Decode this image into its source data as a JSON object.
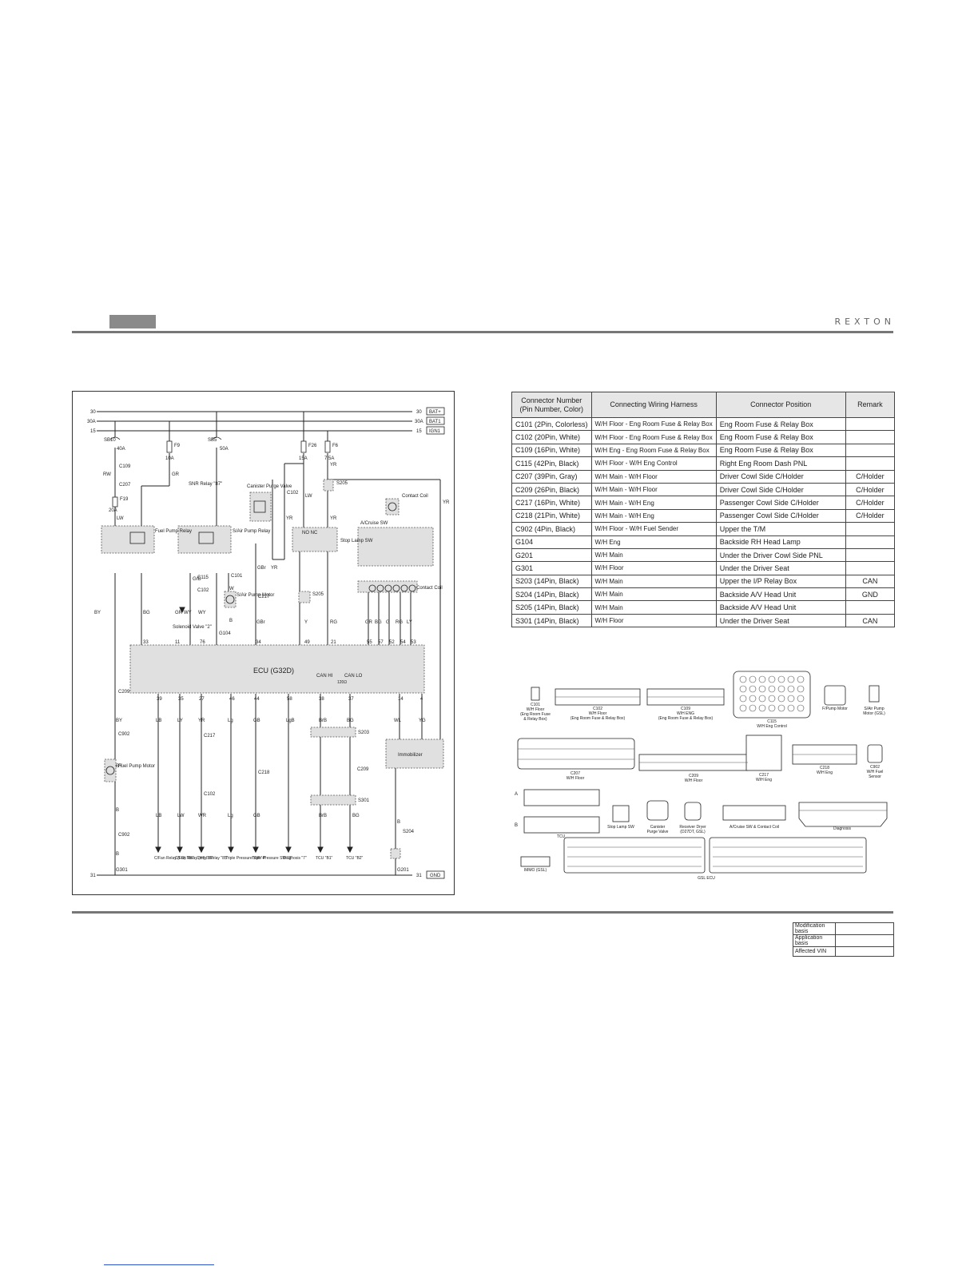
{
  "header": {
    "brand": "REXTON"
  },
  "diagram": {
    "bus": [
      {
        "left": "30",
        "right": "30",
        "tag": "BAT+"
      },
      {
        "left": "30A",
        "right": "30A",
        "tag": "BAT1"
      },
      {
        "left": "15",
        "right": "15",
        "tag": "IGN1"
      }
    ],
    "gnd": {
      "left": "31",
      "right": "31",
      "tag": "GND"
    },
    "fuses": {
      "sb10": "SB10",
      "sb10_amp": "40A",
      "f9": "F9",
      "f9_amp": "10A",
      "sb5": "SB5",
      "sb5_amp": "50A",
      "f26": "F26",
      "f26_amp": "15A",
      "f6": "F6",
      "f6_amp": "7.5A",
      "f19": "F19",
      "f19_amp": "20A"
    },
    "wires": {
      "rw": "RW",
      "lw": "LW",
      "gr": "GR",
      "yr": "YR",
      "by": "BY",
      "bg": "BG",
      "wy": "WY",
      "grb": "GrB",
      "w": "W",
      "b": "B",
      "gbr": "GBr",
      "y": "Y",
      "rg": "RG",
      "lb": "LB",
      "ly": "LY",
      "lg": "Lg",
      "gb": "GB",
      "lgb": "LgB",
      "brb": "BrB",
      "wl": "WL",
      "yg": "YG",
      "wr": "WR",
      "g": "G",
      "br": "Br",
      "lw2": "LW"
    },
    "connectors": {
      "c109": "C109",
      "c207": "C207",
      "c102": "C102",
      "c101": "C101",
      "c115": "C115",
      "c217": "C217",
      "s205": "S205",
      "c209": "C209",
      "c902": "C902",
      "c218": "C218",
      "s203": "S203",
      "s301": "S301",
      "s204": "S204",
      "g301": "G301",
      "g201": "G201",
      "g104": "G104"
    },
    "components": {
      "fuel_pump_relay": "Fuel Pump Relay",
      "snr_relay": "SNR Relay \"87\"",
      "sair_pump_relay": "S/Air Pump Relay",
      "canister_purge": "Canister Purge Valve",
      "stop_lamp_sw": "Stop Lamp SW",
      "acruise_sw": "A/Cruise SW",
      "contact_coil": "Contact Coil",
      "solenoid_valve": "Solenoid Valve \"2\"",
      "sair_pump_motor": "S/Air Pump Motor",
      "ecu": "ECU (G32D)",
      "can_hi": "CAN HI",
      "can_lo": "CAN LO",
      "can_res": "120Ω",
      "immobilizer": "Immobilizer",
      "fuel_pump_motor": "Fuel Pump Motor",
      "no_nc": "NO NC"
    },
    "ecu_top_pins": [
      "33",
      "11",
      "76",
      "34",
      "49",
      "21",
      "55",
      "57",
      "52",
      "54",
      "53"
    ],
    "ecu_bottom_pins": [
      "39",
      "35",
      "27",
      "46",
      "44",
      "58",
      "38",
      "37",
      "14",
      "4"
    ],
    "outputs": [
      {
        "label": "C/Fan Relay (LO) \"85\""
      },
      {
        "label": "C/Fan Relay (HI) \"85\""
      },
      {
        "label": "Comp. Relay \"85\""
      },
      {
        "label": "Triple Pressure SW \"4\""
      },
      {
        "label": "Triple Pressure SW \"2\""
      },
      {
        "label": "Diagnosis \"7\""
      },
      {
        "label": "TCU \"B1\""
      },
      {
        "label": "TCU \"B2\""
      }
    ]
  },
  "connector_table": {
    "headers": [
      "Connector Number (Pin Number, Color)",
      "Connecting Wiring Harness",
      "Connector Position",
      "Remark"
    ],
    "rows": [
      [
        "C101 (2Pin, Colorless)",
        "W/H Floor - Eng Room Fuse & Relay Box",
        "Eng Room Fuse & Relay Box",
        ""
      ],
      [
        "C102 (20Pin, White)",
        "W/H Floor - Eng Room Fuse & Relay Box",
        "Eng Room Fuse & Relay Box",
        ""
      ],
      [
        "C109 (16Pin, White)",
        "W/H Eng - Eng Room Fuse & Relay Box",
        "Eng Room Fuse & Relay Box",
        ""
      ],
      [
        "C115 (42Pin, Black)",
        "W/H Floor - W/H Eng Control",
        "Right Eng Room Dash PNL",
        ""
      ],
      [
        "C207 (39Pin, Gray)",
        "W/H Main - W/H Floor",
        "Driver Cowl Side C/Holder",
        "C/Holder"
      ],
      [
        "C209 (26Pin, Black)",
        "W/H Main - W/H Floor",
        "Driver Cowl Side C/Holder",
        "C/Holder"
      ],
      [
        "C217 (16Pin, White)",
        "W/H Main - W/H Eng",
        "Passenger Cowl Side C/Holder",
        "C/Holder"
      ],
      [
        "C218 (21Pin, White)",
        "W/H Main - W/H Eng",
        "Passenger Cowl Side C/Holder",
        "C/Holder"
      ],
      [
        "C902 (4Pin, Black)",
        "W/H Floor - W/H Fuel Sender",
        "Upper the T/M",
        ""
      ],
      [
        "G104",
        "W/H Eng",
        "Backside RH Head Lamp",
        ""
      ],
      [
        "G201",
        "W/H Main",
        "Under the Driver Cowl Side PNL",
        ""
      ],
      [
        "G301",
        "W/H Floor",
        "Under the Driver Seat",
        ""
      ],
      [
        "S203 (14Pin, Black)",
        "W/H Main",
        "Upper the I/P Relay Box",
        "CAN"
      ],
      [
        "S204 (14Pin, Black)",
        "W/H Main",
        "Backside A/V Head Unit",
        "GND"
      ],
      [
        "S205 (14Pin, Black)",
        "W/H Main",
        "Backside A/V Head Unit",
        ""
      ],
      [
        "S301 (14Pin, Black)",
        "W/H Floor",
        "Under the Driver Seat",
        "CAN"
      ]
    ]
  },
  "connector_views": {
    "c101": [
      "C101",
      "W/H Floor",
      "(Eng Room Fuse",
      "& Relay Box)"
    ],
    "c102": [
      "C102",
      "W/H Floor",
      "(Eng Room Fuse & Relay Box)"
    ],
    "c109": [
      "C109",
      "W/H ENG",
      "(Eng Room Fuse & Relay Box)"
    ],
    "c115": [
      "C115",
      "W/H Eng Control"
    ],
    "fpump": [
      "F/Pump Motor"
    ],
    "sair": [
      "S/Air Pump",
      "Motor (GSL)"
    ],
    "c207": [
      "C207",
      "W/H Floor"
    ],
    "c209": [
      "C209",
      "W/H Floor"
    ],
    "c217": [
      "C217",
      "W/H Eng"
    ],
    "c218": [
      "C218",
      "W/H Eng"
    ],
    "c902": [
      "C902",
      "W/H Fuel",
      "Sensor"
    ],
    "tcu": [
      "TCU"
    ],
    "stoplamp": [
      "Stop Lamp SW"
    ],
    "canister": [
      "Canister",
      "Purge Valve"
    ],
    "receiver": [
      "Receiver Dryer",
      "(D27DT, GSL)"
    ],
    "acruise": [
      "A/Cruise SW & Contact Coil"
    ],
    "diagnosis": [
      "Diagnosis"
    ],
    "immo": [
      "IMMO (GSL)"
    ],
    "gslecu": [
      "GSL ECU"
    ],
    "tcu_a": "A",
    "tcu_b": "B"
  },
  "mod_table": [
    [
      "Modification basis",
      ""
    ],
    [
      "Application basis",
      ""
    ],
    [
      "Affected VIN",
      ""
    ]
  ]
}
